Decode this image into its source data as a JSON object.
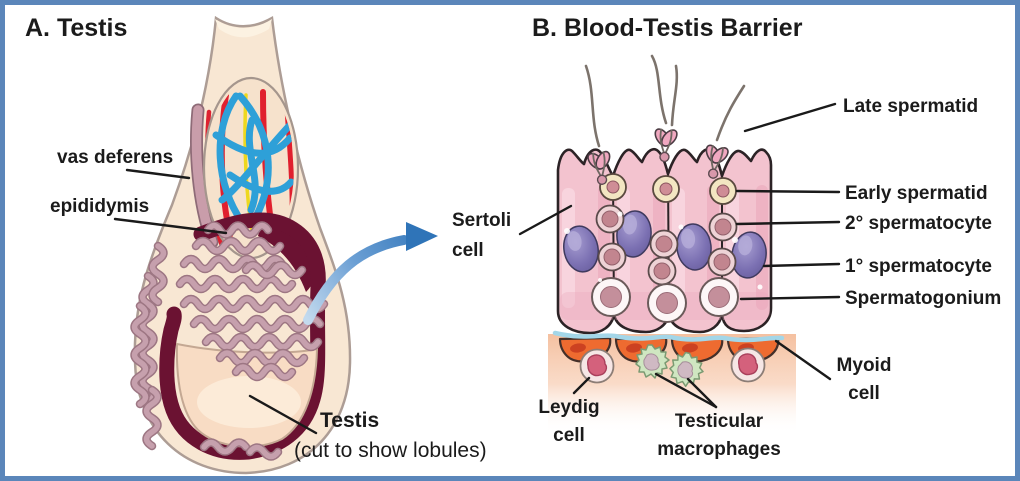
{
  "panel_a": {
    "title": "A. Testis",
    "labels": {
      "vas_deferens": "vas deferens",
      "epididymis": "epididymis",
      "testis": "Testis",
      "testis_note": "(cut to show lobules)"
    }
  },
  "panel_b": {
    "title": "B. Blood-Testis Barrier",
    "labels": {
      "sertoli_line1": "Sertoli",
      "sertoli_line2": "cell",
      "late_spermatid": "Late spermatid",
      "early_spermatid": "Early spermatid",
      "secondary_spermatocyte": "2° spermatocyte",
      "primary_spermatocyte": "1° spermatocyte",
      "spermatogonium": "Spermatogonium",
      "myoid_line1": "Myoid",
      "myoid_line2": "cell",
      "leydig_line1": "Leydig",
      "leydig_line2": "cell",
      "macrophages_line1": "Testicular",
      "macrophages_line2": "macrophages"
    }
  },
  "colors": {
    "frame_border": "#5b86ba",
    "arrow_blue": "#2f74b8",
    "epithelium_pink": "#f3c3cf",
    "nucleus_purple": "#7b70b2",
    "myoid_orange": "#ee6b30",
    "tunica_maroon": "#6b1232",
    "macrophage_green": "#cfe6c1",
    "vein_blue": "#2ea0d8",
    "artery_red": "#e0202e",
    "skin_cream": "#f8e7d3",
    "tubule_mauve": "#c6a0ad"
  }
}
